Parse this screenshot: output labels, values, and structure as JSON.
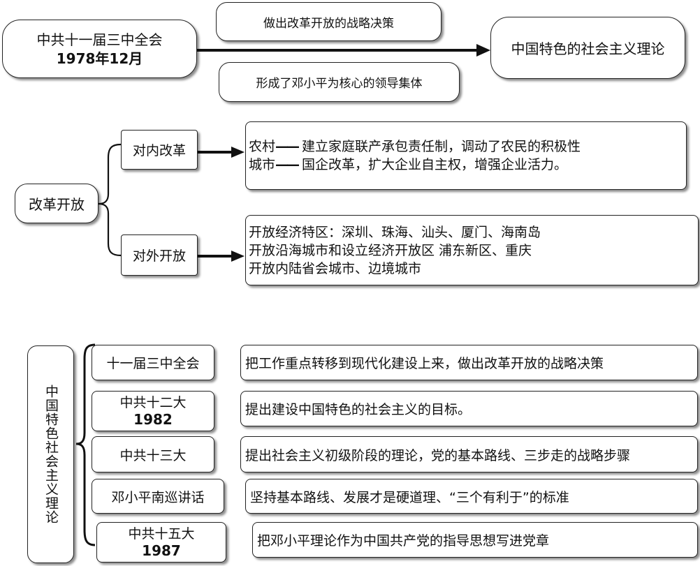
{
  "section1": {
    "plenum": {
      "line1": "中共十一届三中全会",
      "line2": "1978年12月"
    },
    "decision": "做出改革开放的战略决策",
    "leadership": "形成了邓小平为核心的领导集体",
    "theory": "中国特色的社会主义理论"
  },
  "section2": {
    "root": "改革开放",
    "internal": {
      "label": "对内改革",
      "rural": {
        "key": "农村",
        "dash": "——",
        "text": "建立家庭联产承包责任制，调动了农民的积极性"
      },
      "urban": {
        "key": "城市",
        "dash": "——",
        "text": "国企改革，扩大企业自主权，增强企业活力。"
      }
    },
    "external": {
      "label": "对外开放",
      "lines": [
        "开放经济特区：深圳、珠海、汕头、厦门、海南岛",
        "开放沿海城市和设立经济开放区  浦东新区、重庆",
        "开放内陆省会城市、边境城市"
      ]
    }
  },
  "section3": {
    "title": "中国特色社会主义理论",
    "events": [
      {
        "line1": "十一届三中全会",
        "line2": "",
        "desc": "把工作重点转移到现代化建设上来，做出改革开放的战略决策"
      },
      {
        "line1": "中共十二大",
        "line2": "1982",
        "desc": "提出建设中国特色的社会主义的目标。"
      },
      {
        "line1": "中共十三大",
        "line2": "",
        "desc": "提出社会主义初级阶段的理论，党的基本路线、三步走的战略步骤"
      },
      {
        "line1": "邓小平南巡讲话",
        "line2": "",
        "desc": "坚持基本路线、发展才是硬道理、“三个有利于”的标准"
      },
      {
        "line1": "中共十五大",
        "line2": "1987",
        "desc": "把邓小平理论作为中国共产党的指导思想写进党章"
      }
    ]
  }
}
